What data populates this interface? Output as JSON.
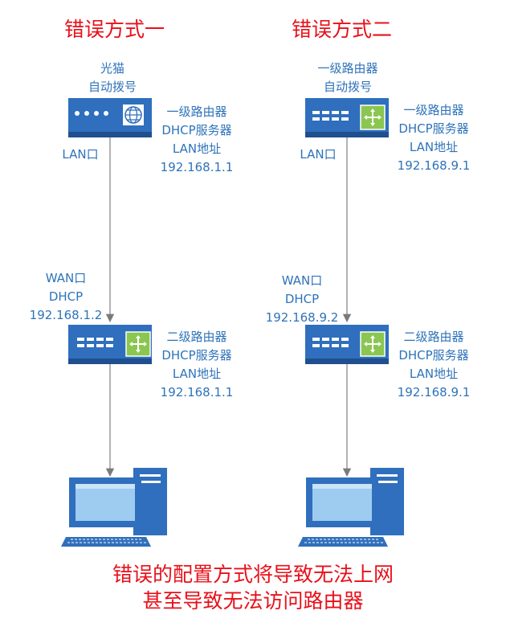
{
  "left": {
    "title": "错误方式一",
    "top_device_caption": [
      "光猫",
      "自动拨号"
    ],
    "top_device_labels": [
      "一级路由器",
      "DHCP服务器",
      "LAN地址",
      "192.168.1.1"
    ],
    "top_port": "LAN口",
    "wan_labels": [
      "WAN口",
      "DHCP",
      "192.168.1.2"
    ],
    "bottom_device_labels": [
      "二级路由器",
      "DHCP服务器",
      "LAN地址",
      "192.168.1.1"
    ]
  },
  "right": {
    "title": "错误方式二",
    "top_device_caption": [
      "一级路由器",
      "自动拨号"
    ],
    "top_device_labels": [
      "一级路由器",
      "DHCP服务器",
      "LAN地址",
      "192.168.9.1"
    ],
    "top_port": "LAN口",
    "wan_labels": [
      "WAN口",
      "DHCP",
      "192.168.9.2"
    ],
    "bottom_device_labels": [
      "二级路由器",
      "DHCP服务器",
      "LAN地址",
      "192.168.9.1"
    ]
  },
  "footer": [
    "错误的配置方式将导致无法上网",
    "甚至导致无法访问路由器"
  ],
  "colors": {
    "title_red": "#e8101a",
    "label_blue": "#2e73b9",
    "device_blue": "#2f6fbd",
    "router_green": "#8ac650",
    "line_gray": "#8a8a8a"
  },
  "icons": [
    "modem-icon",
    "globe-icon",
    "router-icon",
    "computer-icon"
  ]
}
